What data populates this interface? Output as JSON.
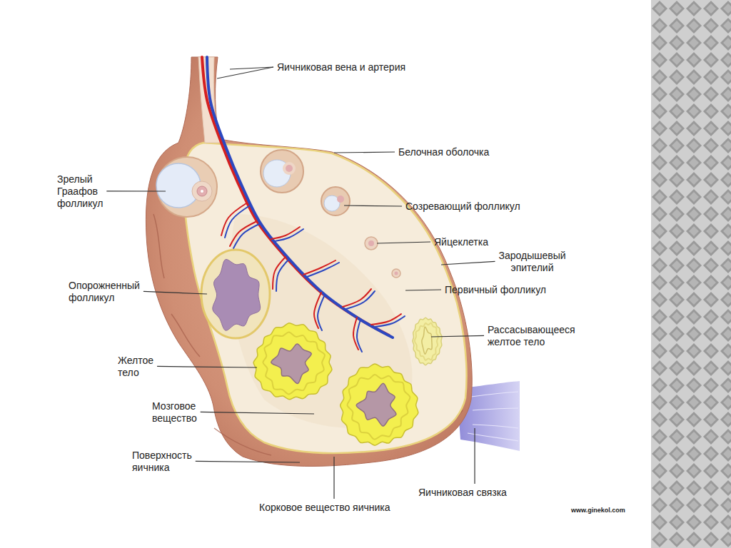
{
  "diagram": {
    "labels": [
      "Яичниковая вена и артерия",
      "Белочная оболочка",
      "Зрелый Граафов фолликул",
      "Созревающий фолликул",
      "Яйцеклетка",
      "Зародышевый эпителий",
      "Первичный фолликул",
      "Опорожненный фолликул",
      "Рассасывающееся желтое тело",
      "Желтое тело",
      "Мозговое вещество",
      "Поверхность яичника",
      "Яичниковая связка",
      "Корковое вещество яичника",
      "www.ginekol.com"
    ]
  }
}
